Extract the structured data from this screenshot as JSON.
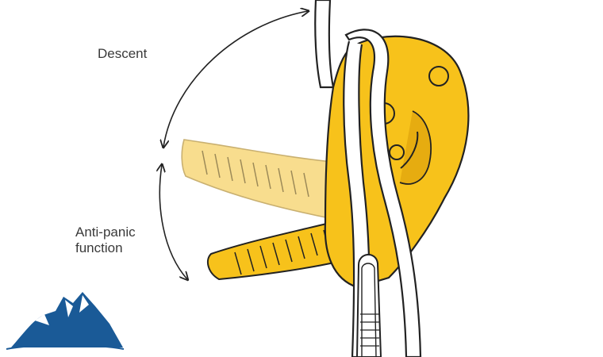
{
  "labels": {
    "descent": "Descent",
    "anti_panic_line1": "Anti-panic",
    "anti_panic_line2": "function"
  },
  "colors": {
    "device_yellow": "#f7c21b",
    "device_yellow_dark": "#e6ac10",
    "handle_faded": "#f8dd8e",
    "outline": "#222222",
    "text": "#3a3a3a",
    "logo_blue": "#1a5a97",
    "background": "#ffffff"
  },
  "icons": [
    "descent-arrow-icon",
    "anti-panic-arrow-icon",
    "mountain-logo-icon"
  ]
}
